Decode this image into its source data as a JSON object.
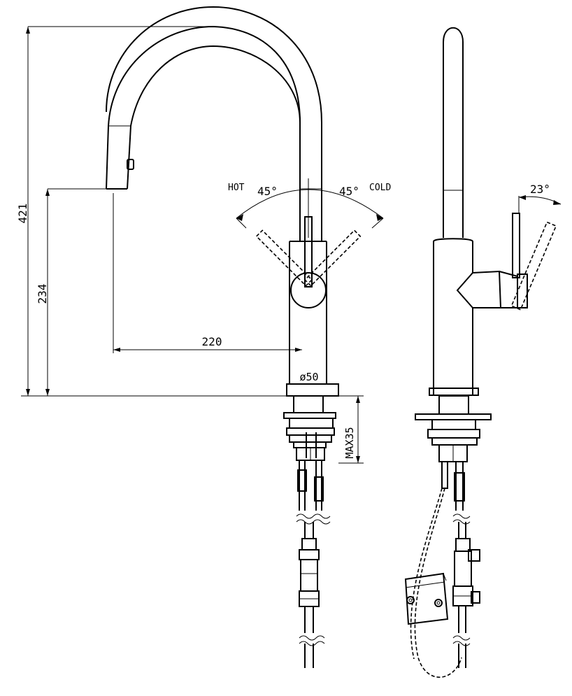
{
  "dimensions": {
    "total_height": "421",
    "spout_height": "234",
    "reach": "220",
    "body_diameter": "ø50",
    "max_deck_thickness": "MAX35",
    "left_angle": "45°",
    "right_angle": "45°",
    "side_angle": "23°"
  },
  "labels": {
    "hot": "HOT",
    "cold": "COLD"
  }
}
